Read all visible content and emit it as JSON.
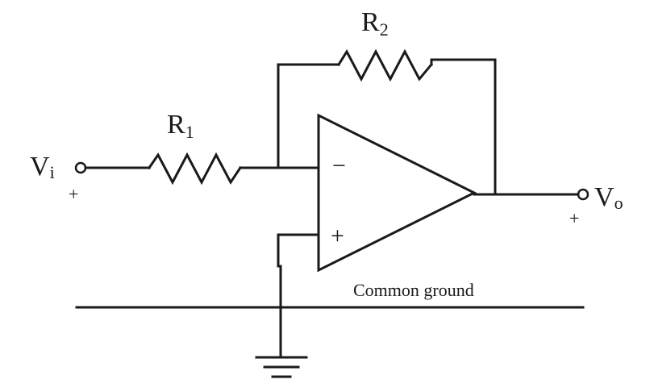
{
  "diagram": {
    "labels": {
      "r1_main": "R",
      "r1_sub": "1",
      "r2_main": "R",
      "r2_sub": "2",
      "vi_main": "V",
      "vi_sub": "i",
      "vo_main": "V",
      "vo_sub": "o",
      "ground_text": "Common ground",
      "inverting_sign": "−",
      "noninverting_sign": "+",
      "vi_polarity": "+",
      "vo_polarity": "+"
    }
  }
}
